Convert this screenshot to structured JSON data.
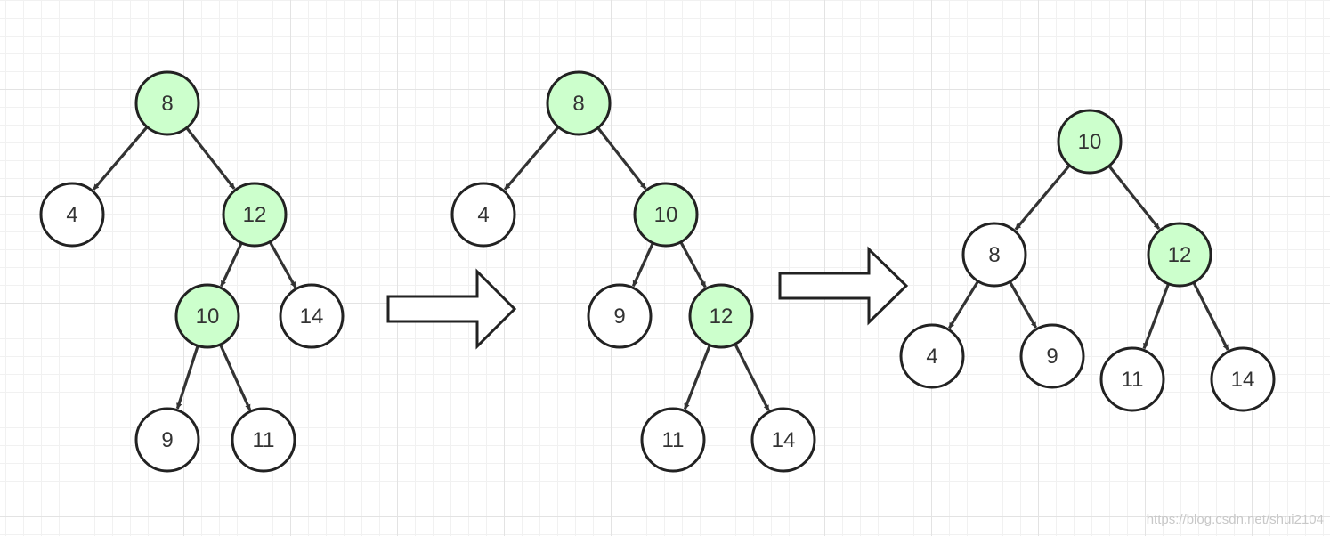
{
  "colors": {
    "highlight_fill": "#ccffcc",
    "normal_fill": "#ffffff",
    "stroke": "#222222",
    "edge": "#333333"
  },
  "trees": [
    {
      "name": "before-rotation",
      "nodes": [
        {
          "id": "t1-8",
          "label": "8",
          "highlight": true
        },
        {
          "id": "t1-4",
          "label": "4",
          "highlight": false
        },
        {
          "id": "t1-12",
          "label": "12",
          "highlight": true
        },
        {
          "id": "t1-10",
          "label": "10",
          "highlight": true
        },
        {
          "id": "t1-14",
          "label": "14",
          "highlight": false
        },
        {
          "id": "t1-9",
          "label": "9",
          "highlight": false
        },
        {
          "id": "t1-11",
          "label": "11",
          "highlight": false
        }
      ],
      "edges": [
        [
          "t1-8",
          "t1-4"
        ],
        [
          "t1-8",
          "t1-12"
        ],
        [
          "t1-12",
          "t1-10"
        ],
        [
          "t1-12",
          "t1-14"
        ],
        [
          "t1-10",
          "t1-9"
        ],
        [
          "t1-10",
          "t1-11"
        ]
      ]
    },
    {
      "name": "after-right-rotation",
      "nodes": [
        {
          "id": "t2-8",
          "label": "8",
          "highlight": true
        },
        {
          "id": "t2-4",
          "label": "4",
          "highlight": false
        },
        {
          "id": "t2-10",
          "label": "10",
          "highlight": true
        },
        {
          "id": "t2-9",
          "label": "9",
          "highlight": false
        },
        {
          "id": "t2-12",
          "label": "12",
          "highlight": true
        },
        {
          "id": "t2-11",
          "label": "11",
          "highlight": false
        },
        {
          "id": "t2-14",
          "label": "14",
          "highlight": false
        }
      ],
      "edges": [
        [
          "t2-8",
          "t2-4"
        ],
        [
          "t2-8",
          "t2-10"
        ],
        [
          "t2-10",
          "t2-9"
        ],
        [
          "t2-10",
          "t2-12"
        ],
        [
          "t2-12",
          "t2-11"
        ],
        [
          "t2-12",
          "t2-14"
        ]
      ]
    },
    {
      "name": "after-left-rotation",
      "nodes": [
        {
          "id": "t3-10",
          "label": "10",
          "highlight": true
        },
        {
          "id": "t3-8",
          "label": "8",
          "highlight": false
        },
        {
          "id": "t3-12",
          "label": "12",
          "highlight": true
        },
        {
          "id": "t3-4",
          "label": "4",
          "highlight": false
        },
        {
          "id": "t3-9",
          "label": "9",
          "highlight": false
        },
        {
          "id": "t3-11",
          "label": "11",
          "highlight": false
        },
        {
          "id": "t3-14",
          "label": "14",
          "highlight": false
        }
      ],
      "edges": [
        [
          "t3-10",
          "t3-8"
        ],
        [
          "t3-10",
          "t3-12"
        ],
        [
          "t3-8",
          "t3-4"
        ],
        [
          "t3-8",
          "t3-9"
        ],
        [
          "t3-12",
          "t3-11"
        ],
        [
          "t3-12",
          "t3-14"
        ]
      ]
    }
  ],
  "watermark": "https://blog.csdn.net/shui2104"
}
